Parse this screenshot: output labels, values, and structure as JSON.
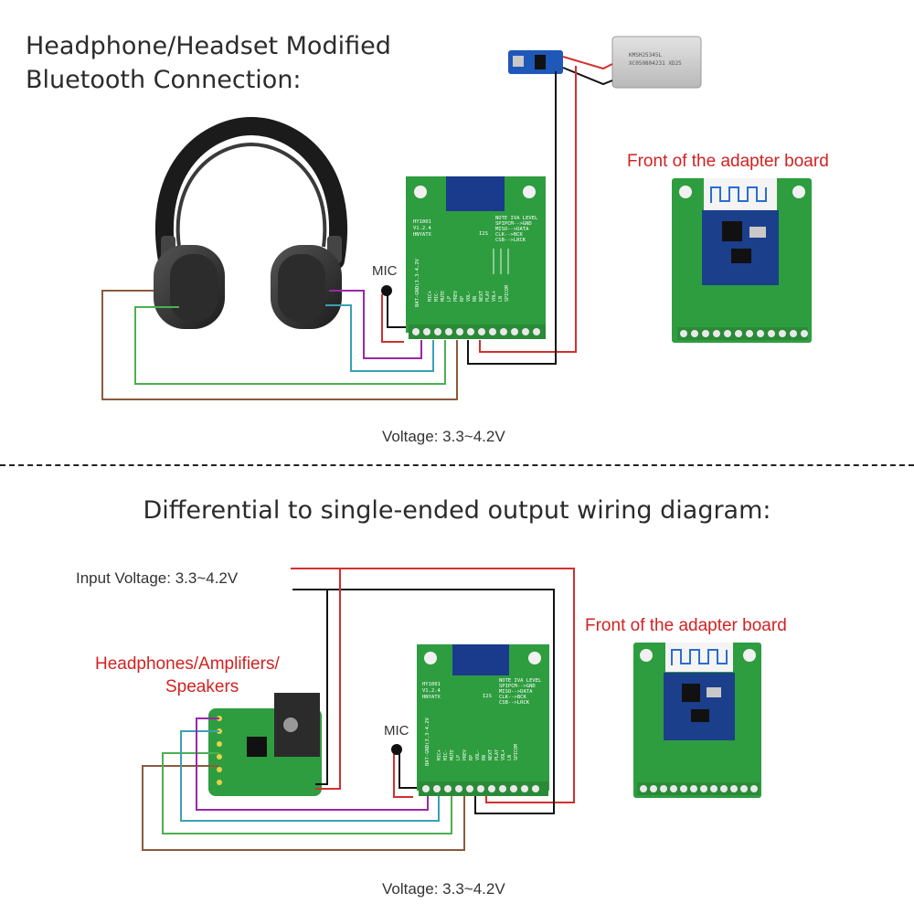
{
  "top": {
    "title": "Headphone/Headset Modified\nBluetooth Connection:",
    "mic_label": "MIC",
    "front_label": "Front of the adapter board",
    "voltage_label": "Voltage: 3.3~4.2V"
  },
  "bottom": {
    "title": "Differential to single-ended output wiring diagram:",
    "input_voltage_label": "Input Voltage: 3.3~4.2V",
    "device_label_line1": "Headphones/Amplifiers/",
    "device_label_line2": "Speakers",
    "mic_label": "MIC",
    "front_label": "Front of the adapter board",
    "voltage_label": "Voltage: 3.3~4.2V"
  },
  "board_silkscreen": {
    "model": "HY1001",
    "version": "V1.2.4",
    "brand": "HNYATX",
    "i2s": "I2S",
    "right_pins": [
      "NOTE IVA LEVEL",
      "SPIPCM-->GND",
      "MISO-->DATA",
      "CLK-->BCK",
      "CSB-->LRCK"
    ],
    "side_label": "BAT-GND(3.3-4.2V",
    "pin_names": [
      "MIC+",
      "MIC-",
      "MUTE",
      "LP",
      "PREV",
      "RP",
      "VOL-",
      "RN",
      "NEXT",
      "PLAY",
      "VOL+",
      "LN",
      "SPICOM"
    ]
  },
  "battery_text": [
    "KMSH25345L",
    "XC050804231 XD25"
  ],
  "colors": {
    "wire_brown": "#8b5a3c",
    "wire_green": "#4caf50",
    "wire_cyan": "#3aa0b4",
    "wire_purple": "#9b27a8",
    "wire_red": "#d32f2f",
    "wire_black": "#111111",
    "pcb_green": "#2e9d3f",
    "bt_module_blue": "#1b3f8a",
    "label_red": "#d22222"
  }
}
